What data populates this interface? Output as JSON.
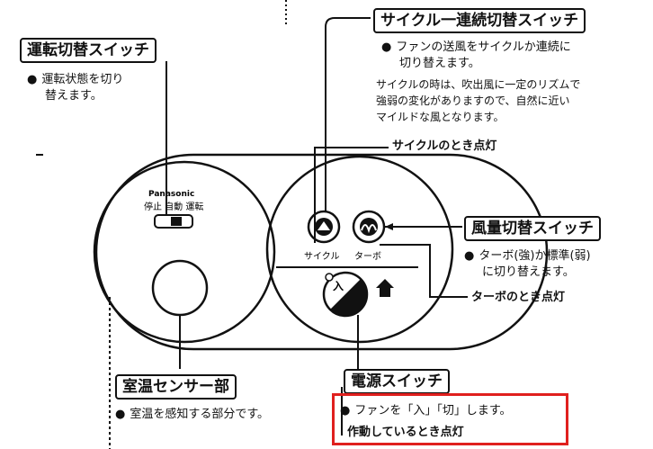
{
  "labels": {
    "run_switch": {
      "title": "運転切替スイッチ",
      "desc": [
        "運転状態を切り",
        "替えます。"
      ]
    },
    "cycle_switch": {
      "title": "サイクル一連続切替スイッチ",
      "desc": [
        "ファンの送風をサイクルか連続に",
        "切り替えます。"
      ],
      "note": [
        "サイクルの時は、吹出風に一定のリズムで",
        "強弱の変化がありますので、自然に近い",
        "マイルドな風となります。"
      ]
    },
    "cycle_lamp": "サイクルのとき点灯",
    "airflow_switch": {
      "title": "風量切替スイッチ",
      "desc": [
        "ターボ(強)か標準(弱)",
        "に切り替えます。"
      ]
    },
    "turbo_lamp": "ターボのとき点灯",
    "sensor": {
      "title": "室温センサー部",
      "desc": "室温を感知する部分です。"
    },
    "power_switch": {
      "title": "電源スイッチ",
      "desc": "ファンを「入」「切」します。",
      "lamp": "作動しているとき点灯"
    }
  },
  "panel": {
    "brand": "Panasonic",
    "mode_labels": "停止 自動 運転",
    "cycle_label": "サイクル",
    "turbo_label": "ターボ",
    "power_label": "入"
  },
  "colors": {
    "highlight": "#e0201e",
    "ink": "#111111"
  }
}
